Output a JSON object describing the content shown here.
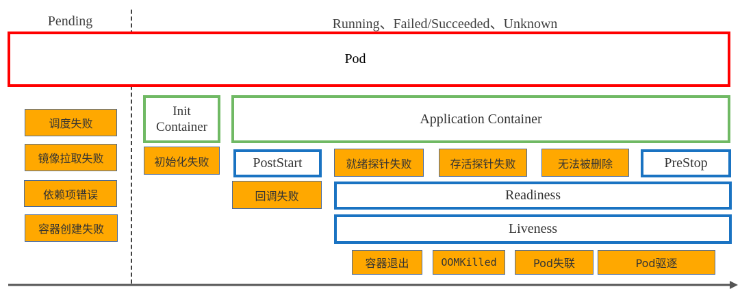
{
  "phases": {
    "pending": "Pending",
    "running": "Running、Failed/Succeeded、Unknown"
  },
  "pod": {
    "label": "Pod"
  },
  "pending_failures": [
    "调度失败",
    "镜像拉取失败",
    "依赖项错误",
    "容器创建失败"
  ],
  "init_container": {
    "label_line1": "Init",
    "label_line2": "Container",
    "failure": "初始化失败"
  },
  "app_container": {
    "label": "Application Container"
  },
  "hooks": {
    "post_start": "PostStart",
    "post_start_failure": "回调失败",
    "pre_stop": "PreStop"
  },
  "probe_failures": [
    "就绪探针失败",
    "存活探针失败",
    "无法被删除"
  ],
  "probes": {
    "readiness": "Readiness",
    "liveness": "Liveness"
  },
  "runtime_failures": [
    "容器退出",
    "OOMKilled",
    "Pod失联",
    "Pod驱逐"
  ],
  "colors": {
    "pod_border": "#ff0000",
    "container_border": "#70b964",
    "hook_probe_border": "#1a73c2",
    "failure_fill": "#ffa800",
    "timeline": "#555555"
  }
}
